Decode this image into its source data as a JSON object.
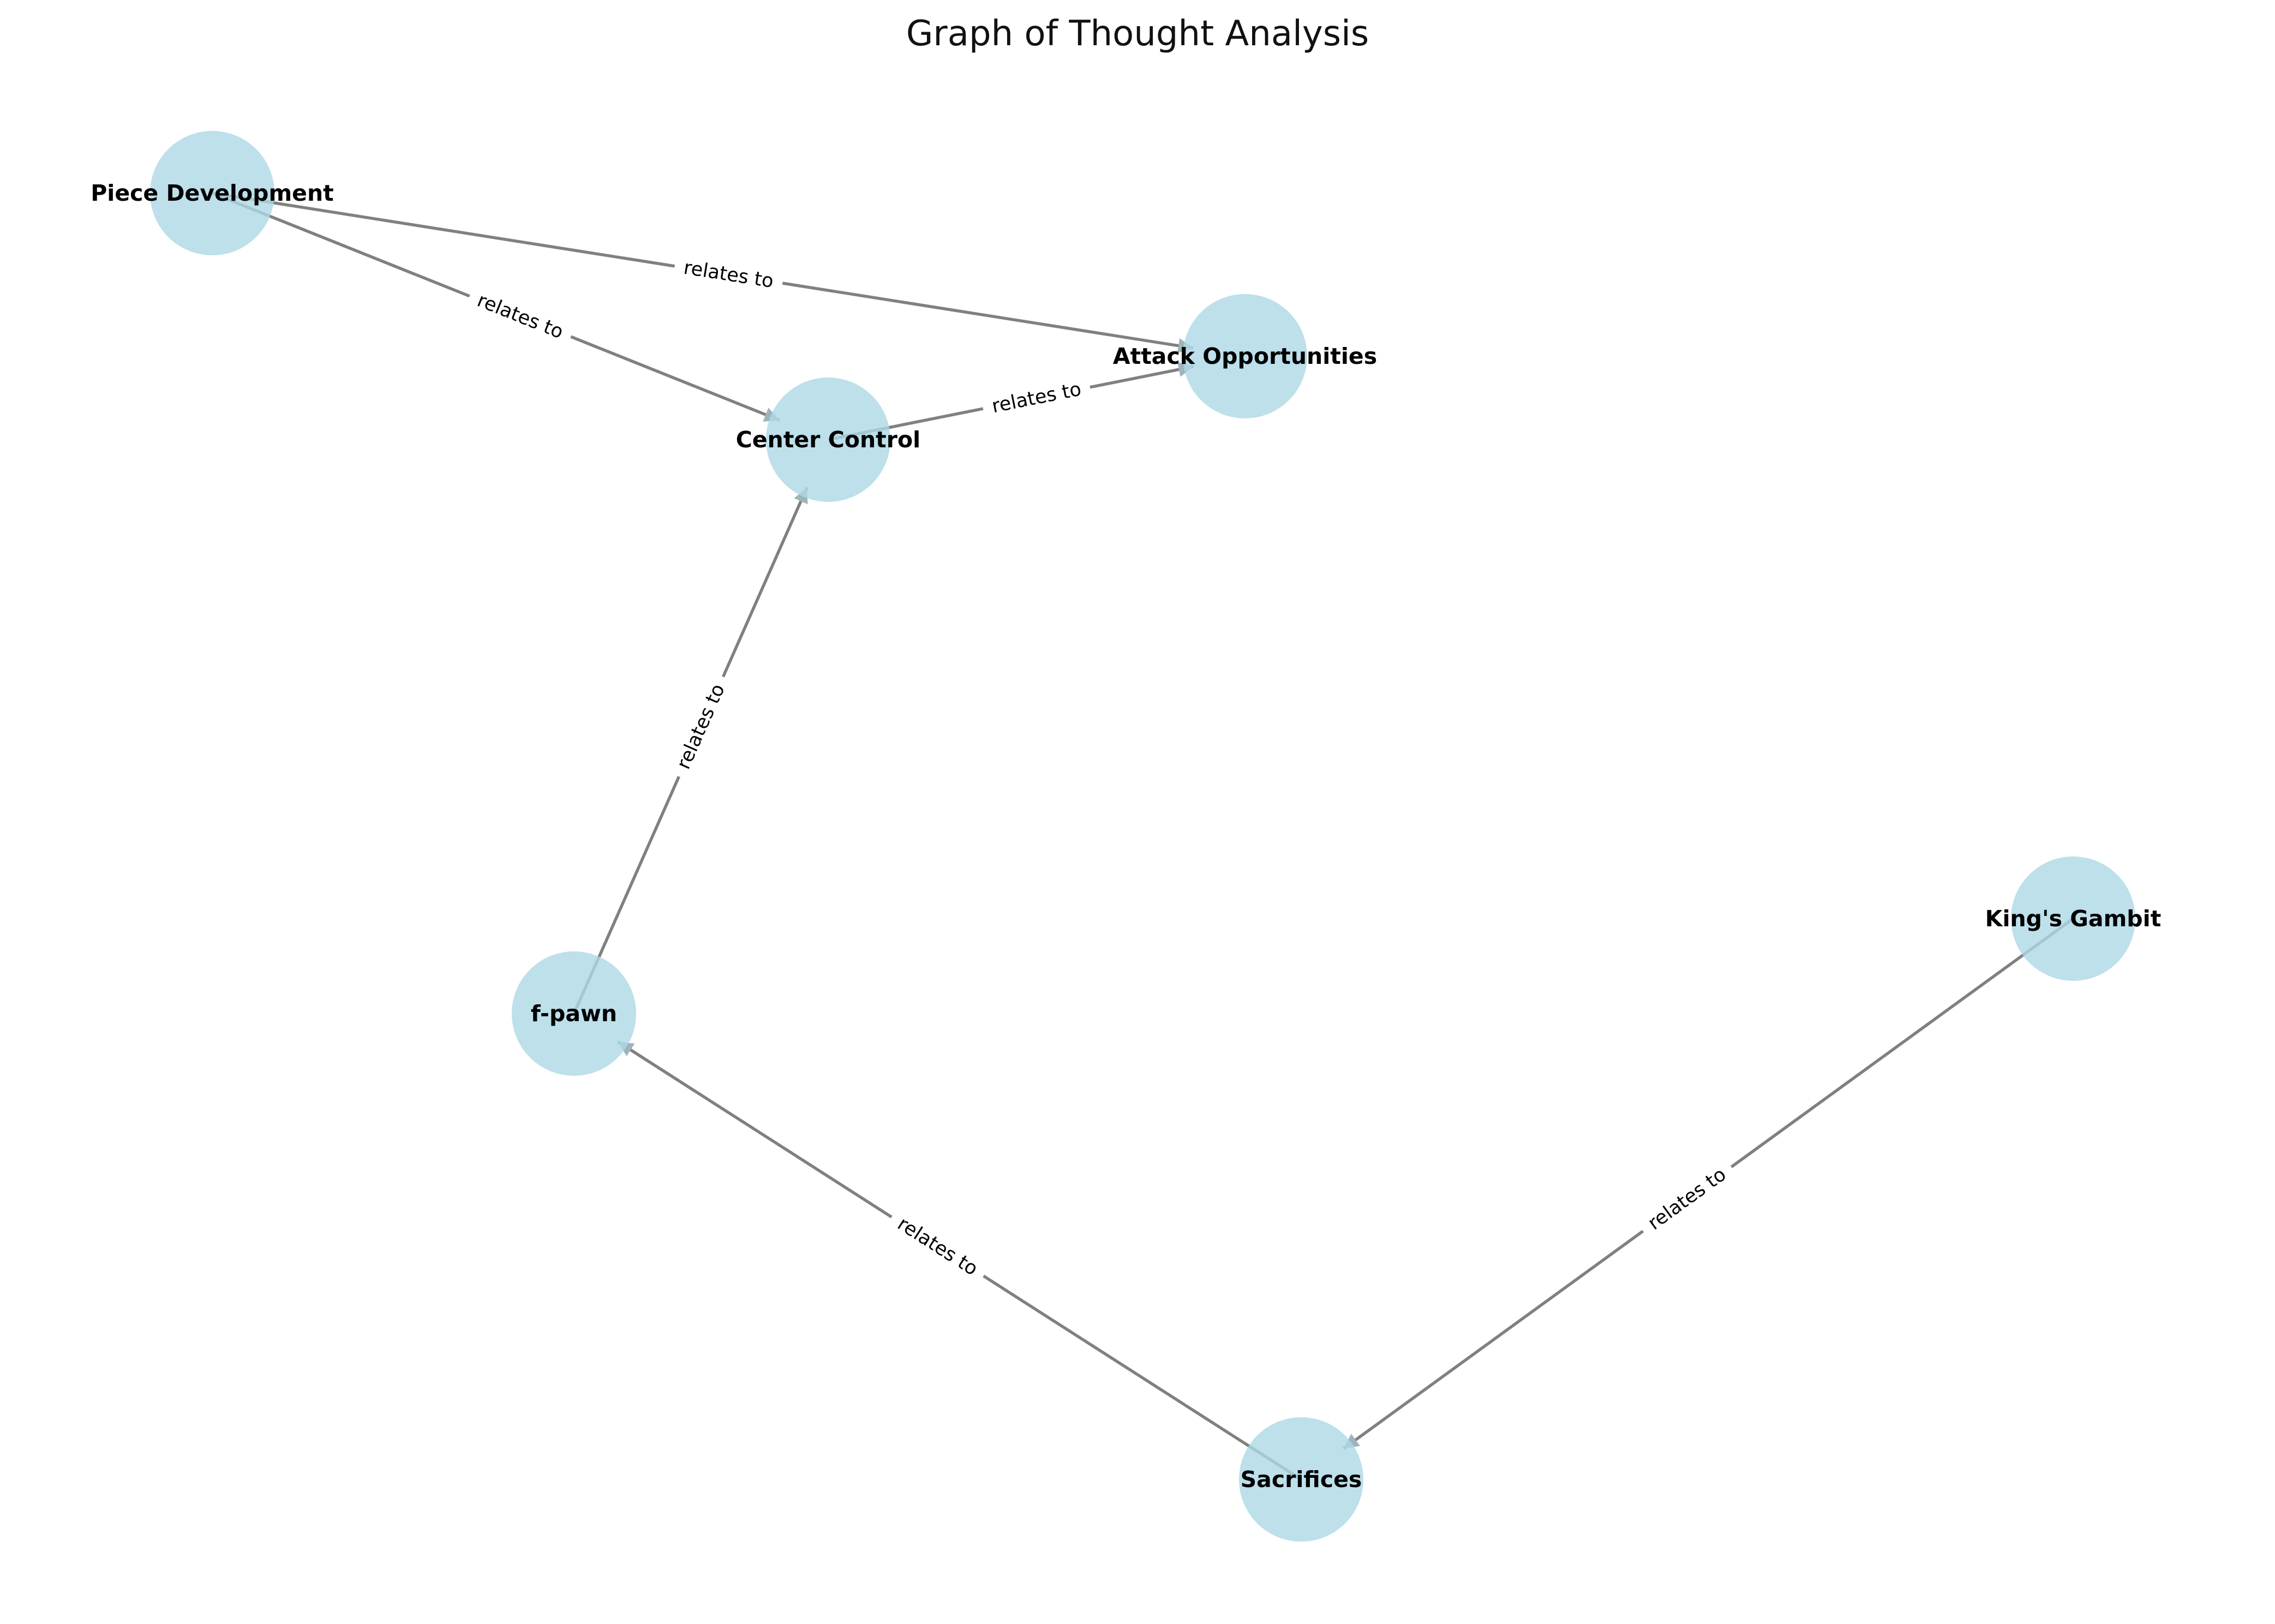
{
  "title": "Graph of Thought Analysis",
  "colors": {
    "node_fill": "#add8e6",
    "edge": "#808080",
    "arrow": "#9fb3bb"
  },
  "nodes": [
    {
      "id": "piece_development",
      "label": "Piece Development"
    },
    {
      "id": "attack_opportunities",
      "label": "Attack Opportunities"
    },
    {
      "id": "center_control",
      "label": "Center Control"
    },
    {
      "id": "kings_gambit",
      "label": "King's Gambit"
    },
    {
      "id": "f_pawn",
      "label": "f-pawn"
    },
    {
      "id": "sacrifices",
      "label": "Sacrifices"
    }
  ],
  "edges": [
    {
      "from": "piece_development",
      "to": "attack_opportunities",
      "label": "relates to"
    },
    {
      "from": "piece_development",
      "to": "center_control",
      "label": "relates to"
    },
    {
      "from": "center_control",
      "to": "attack_opportunities",
      "label": "relates to"
    },
    {
      "from": "f_pawn",
      "to": "center_control",
      "label": "relates to"
    },
    {
      "from": "sacrifices",
      "to": "f_pawn",
      "label": "relates to"
    },
    {
      "from": "kings_gambit",
      "to": "sacrifices",
      "label": "relates to"
    }
  ]
}
